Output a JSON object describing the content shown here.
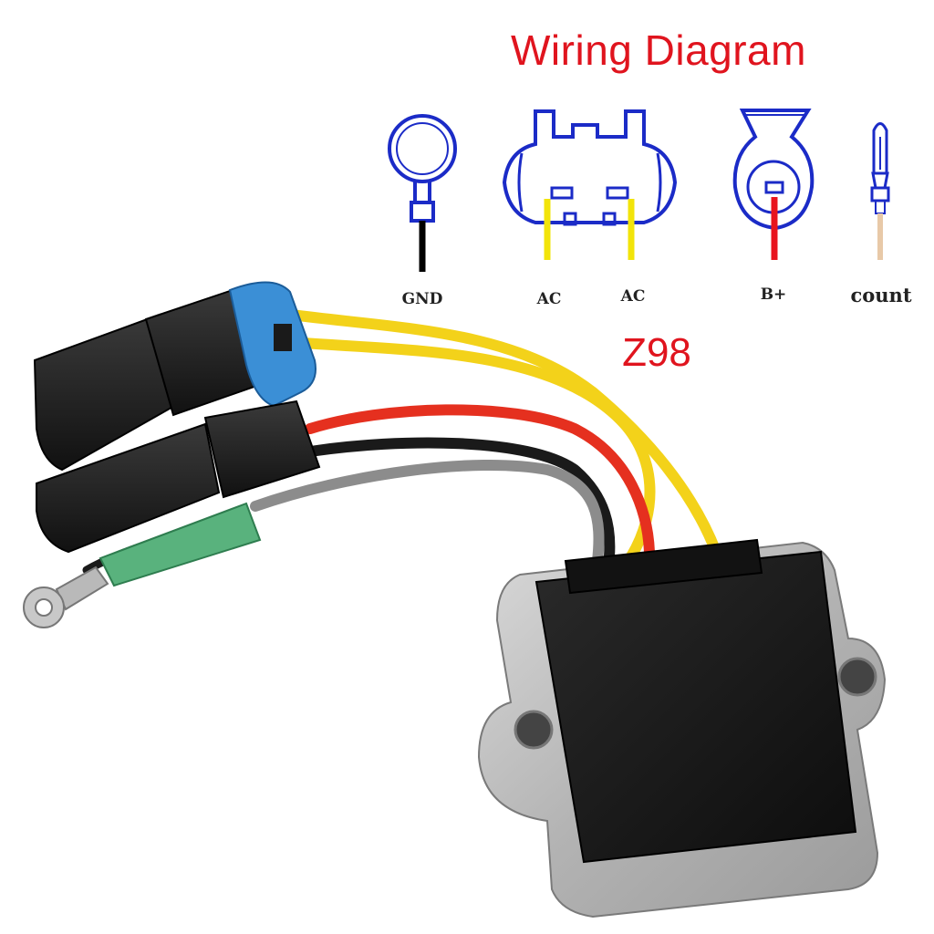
{
  "title": "Wiring Diagram",
  "model": "Z98",
  "colors": {
    "title": "#e0141e",
    "diagram_outline": "#1b2bc7",
    "gnd_wire": "#000000",
    "ac_wire": "#f2e40a",
    "b_plus_wire": "#e8141e",
    "count_wire": "#e8c9a8",
    "harness_yellow": "#f3d21a",
    "harness_red": "#e5301f",
    "harness_black": "#1a1a1a",
    "harness_gray": "#8c8c8c",
    "cap_blue": "#3b8fd6",
    "heat_shrink": "#59b27d"
  },
  "terminals": [
    {
      "label": "GND",
      "icon": "ring-terminal-icon"
    },
    {
      "label": "AC",
      "icon": "two-pin-connector-icon"
    },
    {
      "label": "AC",
      "icon": "two-pin-connector-icon"
    },
    {
      "label": "B+",
      "icon": "single-pin-connector-icon"
    },
    {
      "label": "count",
      "icon": "bullet-terminal-icon"
    }
  ]
}
